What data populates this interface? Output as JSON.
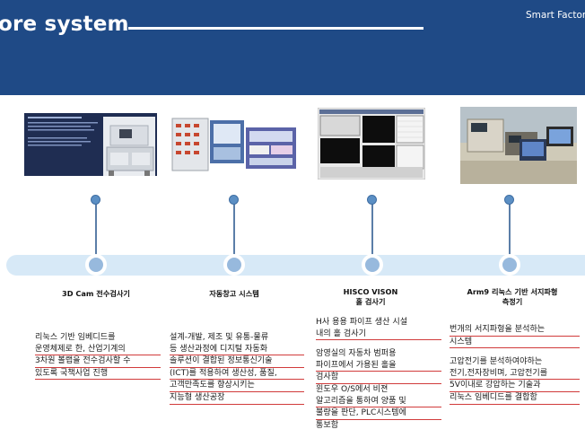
{
  "header": {
    "title": "ore system",
    "brand": "Smart Factor"
  },
  "items": [
    {
      "heading": [
        "3D Cam 전수검사기"
      ],
      "desc": [
        "리눅스 기반 임베디드를",
        "운영체제로 한, 산업기계의",
        "3차원 볼랩을 전수검사할 수",
        "있도록 국책사업 진행"
      ]
    },
    {
      "heading": [
        "자동창고 시스템"
      ],
      "desc": [
        "설계-개발, 제조 및 유통-물류",
        "등 생산과정에 디지털 자동화",
        "솔루션이 결합된 정보통신기술",
        "(ICT)를 적용하여 생산성, 품질,",
        "고객만족도를 향상시키는",
        "지능형 생산공장"
      ]
    },
    {
      "heading": [
        "HISCO VISON",
        "홀 검사기"
      ],
      "desc": [
        "H사  용용 파이프 생산 시설",
        "내의 홀 검사기",
        "",
        "암영실의 자동차 범퍼용",
        "파이프에서 가용된 홀을",
        "검사함",
        "윈도우 O/S에서 비젼",
        "알고리즘을 통하여 양품 및",
        "불량을 판단, PLC시스템에",
        "통보함"
      ]
    },
    {
      "heading": [
        "Arm9 리눅스 기반 서지파형",
        "측정기"
      ],
      "desc": [
        "번개의 서지파형을 분석하는",
        "시스템",
        "",
        "고압전기를 분석하여야하는",
        "전기,전자장비며, 고압전기를",
        "5V이내로 강압하는 기술과",
        "리눅스 임베디드를 결합함"
      ]
    }
  ]
}
